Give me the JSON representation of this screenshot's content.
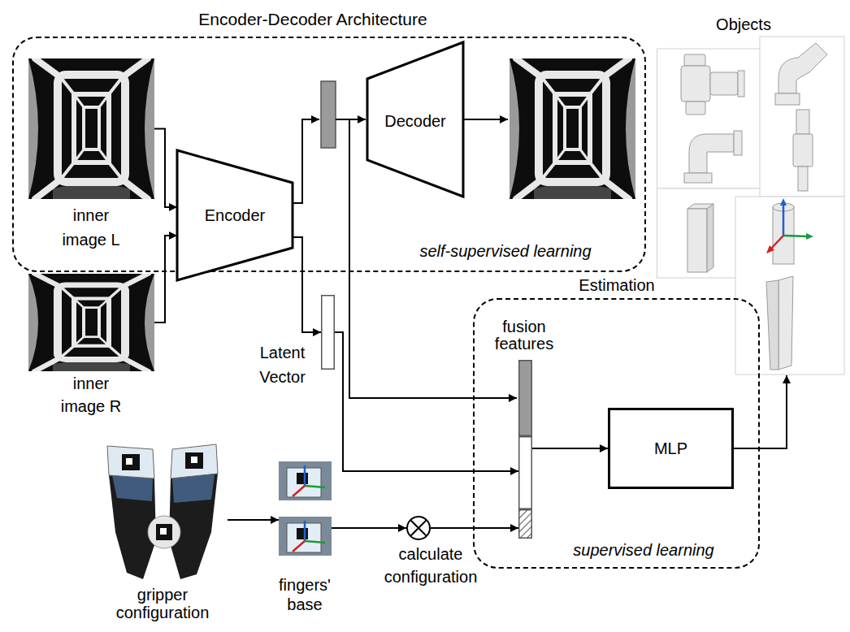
{
  "diagram": {
    "nodes": [
      {
        "text": [
          "Encoder-Decoder Architecture",
          "self-supervised learning"
        ]
      },
      {
        "text": [
          "inner image L"
        ],
        "in": 0
      },
      {
        "text": [
          "Encoder"
        ],
        "in": 0
      },
      {
        "text": [
          "Decoder"
        ],
        "in": 0
      },
      {
        "text": [
          "Objects"
        ]
      },
      {
        "text": [
          "inner image R"
        ]
      },
      {
        "text": [
          "Latent Vector"
        ]
      },
      {
        "text": [
          "Estimation",
          "supervised learning"
        ]
      },
      {
        "text": [
          "fusion features"
        ],
        "in": 7
      },
      {
        "text": [
          "MLP"
        ],
        "in": 7
      },
      {
        "text": [
          "gripper configuration"
        ]
      },
      {
        "text": [
          "fingers' base"
        ]
      },
      {
        "text": [
          "calculate configuration"
        ]
      }
    ],
    "edges": [
      {
        "from": 1,
        "to": 2,
        "arrow": "to"
      },
      {
        "from": 5,
        "to": 2,
        "arrow": "to"
      },
      {
        "from": 2,
        "to": 6,
        "arrow": "to"
      },
      {
        "from": 6,
        "to": 8,
        "arrow": "to"
      },
      {
        "from": 8,
        "to": 9,
        "arrow": "to"
      },
      {
        "from": 9,
        "to": 4,
        "arrow": "to"
      },
      {
        "from": 10,
        "to": 11,
        "arrow": "to"
      },
      {
        "from": 11,
        "to": 12,
        "arrow": "to"
      },
      {
        "from": 12,
        "to": 8,
        "arrow": "to"
      }
    ]
  }
}
